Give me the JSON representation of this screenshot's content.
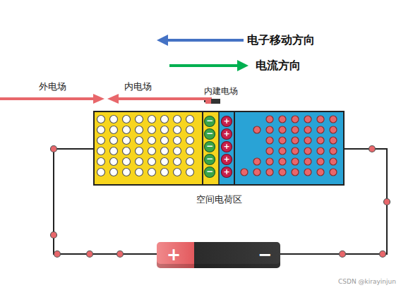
{
  "diagram": {
    "nodes": [
      {
        "text": [
          "+",
          "−"
        ]
      }
    ],
    "labels": [
      "外电场",
      "内电场",
      "内建电场",
      "−",
      "−",
      "−",
      "−",
      "−",
      "+",
      "+",
      "+",
      "+",
      "+",
      "空间电荷区",
      "CSDN @kirayinjun"
    ],
    "legend": [
      {
        "text": "电子移动方向"
      },
      {
        "text": "电流方向"
      }
    ]
  }
}
